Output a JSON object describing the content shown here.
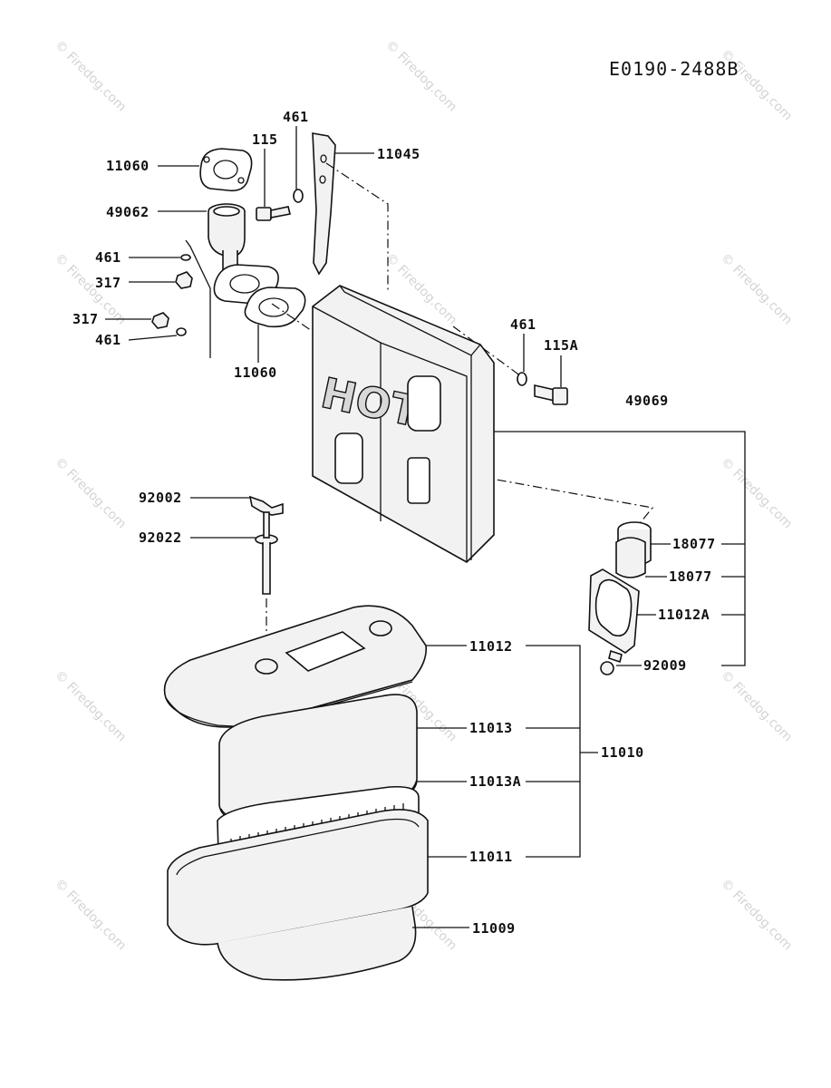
{
  "diagram_code": "E0190-2488B",
  "watermark_text": "© Firedog.com",
  "hot_label": "HOT",
  "labels": {
    "p11060_top": "11060",
    "p115": "115",
    "p461_top": "461",
    "p11045": "11045",
    "p49062": "49062",
    "p461_left": "461",
    "p317_a": "317",
    "p317_b": "317",
    "p461_b": "461",
    "p11060_bottom": "11060",
    "p461_right": "461",
    "p115A": "115A",
    "p49069": "49069",
    "p92002": "92002",
    "p92022": "92022",
    "p18077_a": "18077",
    "p18077_b": "18077",
    "p11012A": "11012A",
    "p92009": "92009",
    "p11012": "11012",
    "p11013": "11013",
    "p11010": "11010",
    "p11013A": "11013A",
    "p11011": "11011",
    "p11009": "11009"
  }
}
